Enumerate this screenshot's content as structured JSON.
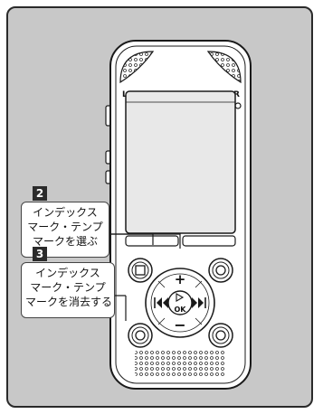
{
  "device": {
    "left_mic_label": "L",
    "right_mic_label": "R",
    "plus_label": "+",
    "minus_label": "−",
    "play_ok_label": "OK"
  },
  "callouts": [
    {
      "step": "2",
      "lines": [
        "インデックス",
        "マーク・テンプ",
        "マークを選ぶ"
      ]
    },
    {
      "step": "3",
      "lines": [
        "インデックス",
        "マーク・テンプ",
        "マークを消去する"
      ]
    }
  ],
  "colors": {
    "panel_bg": "#c8c8c8",
    "device_body": "#ffffff",
    "outline": "#1a1a1a",
    "step_badge": "#2b2b2b"
  }
}
